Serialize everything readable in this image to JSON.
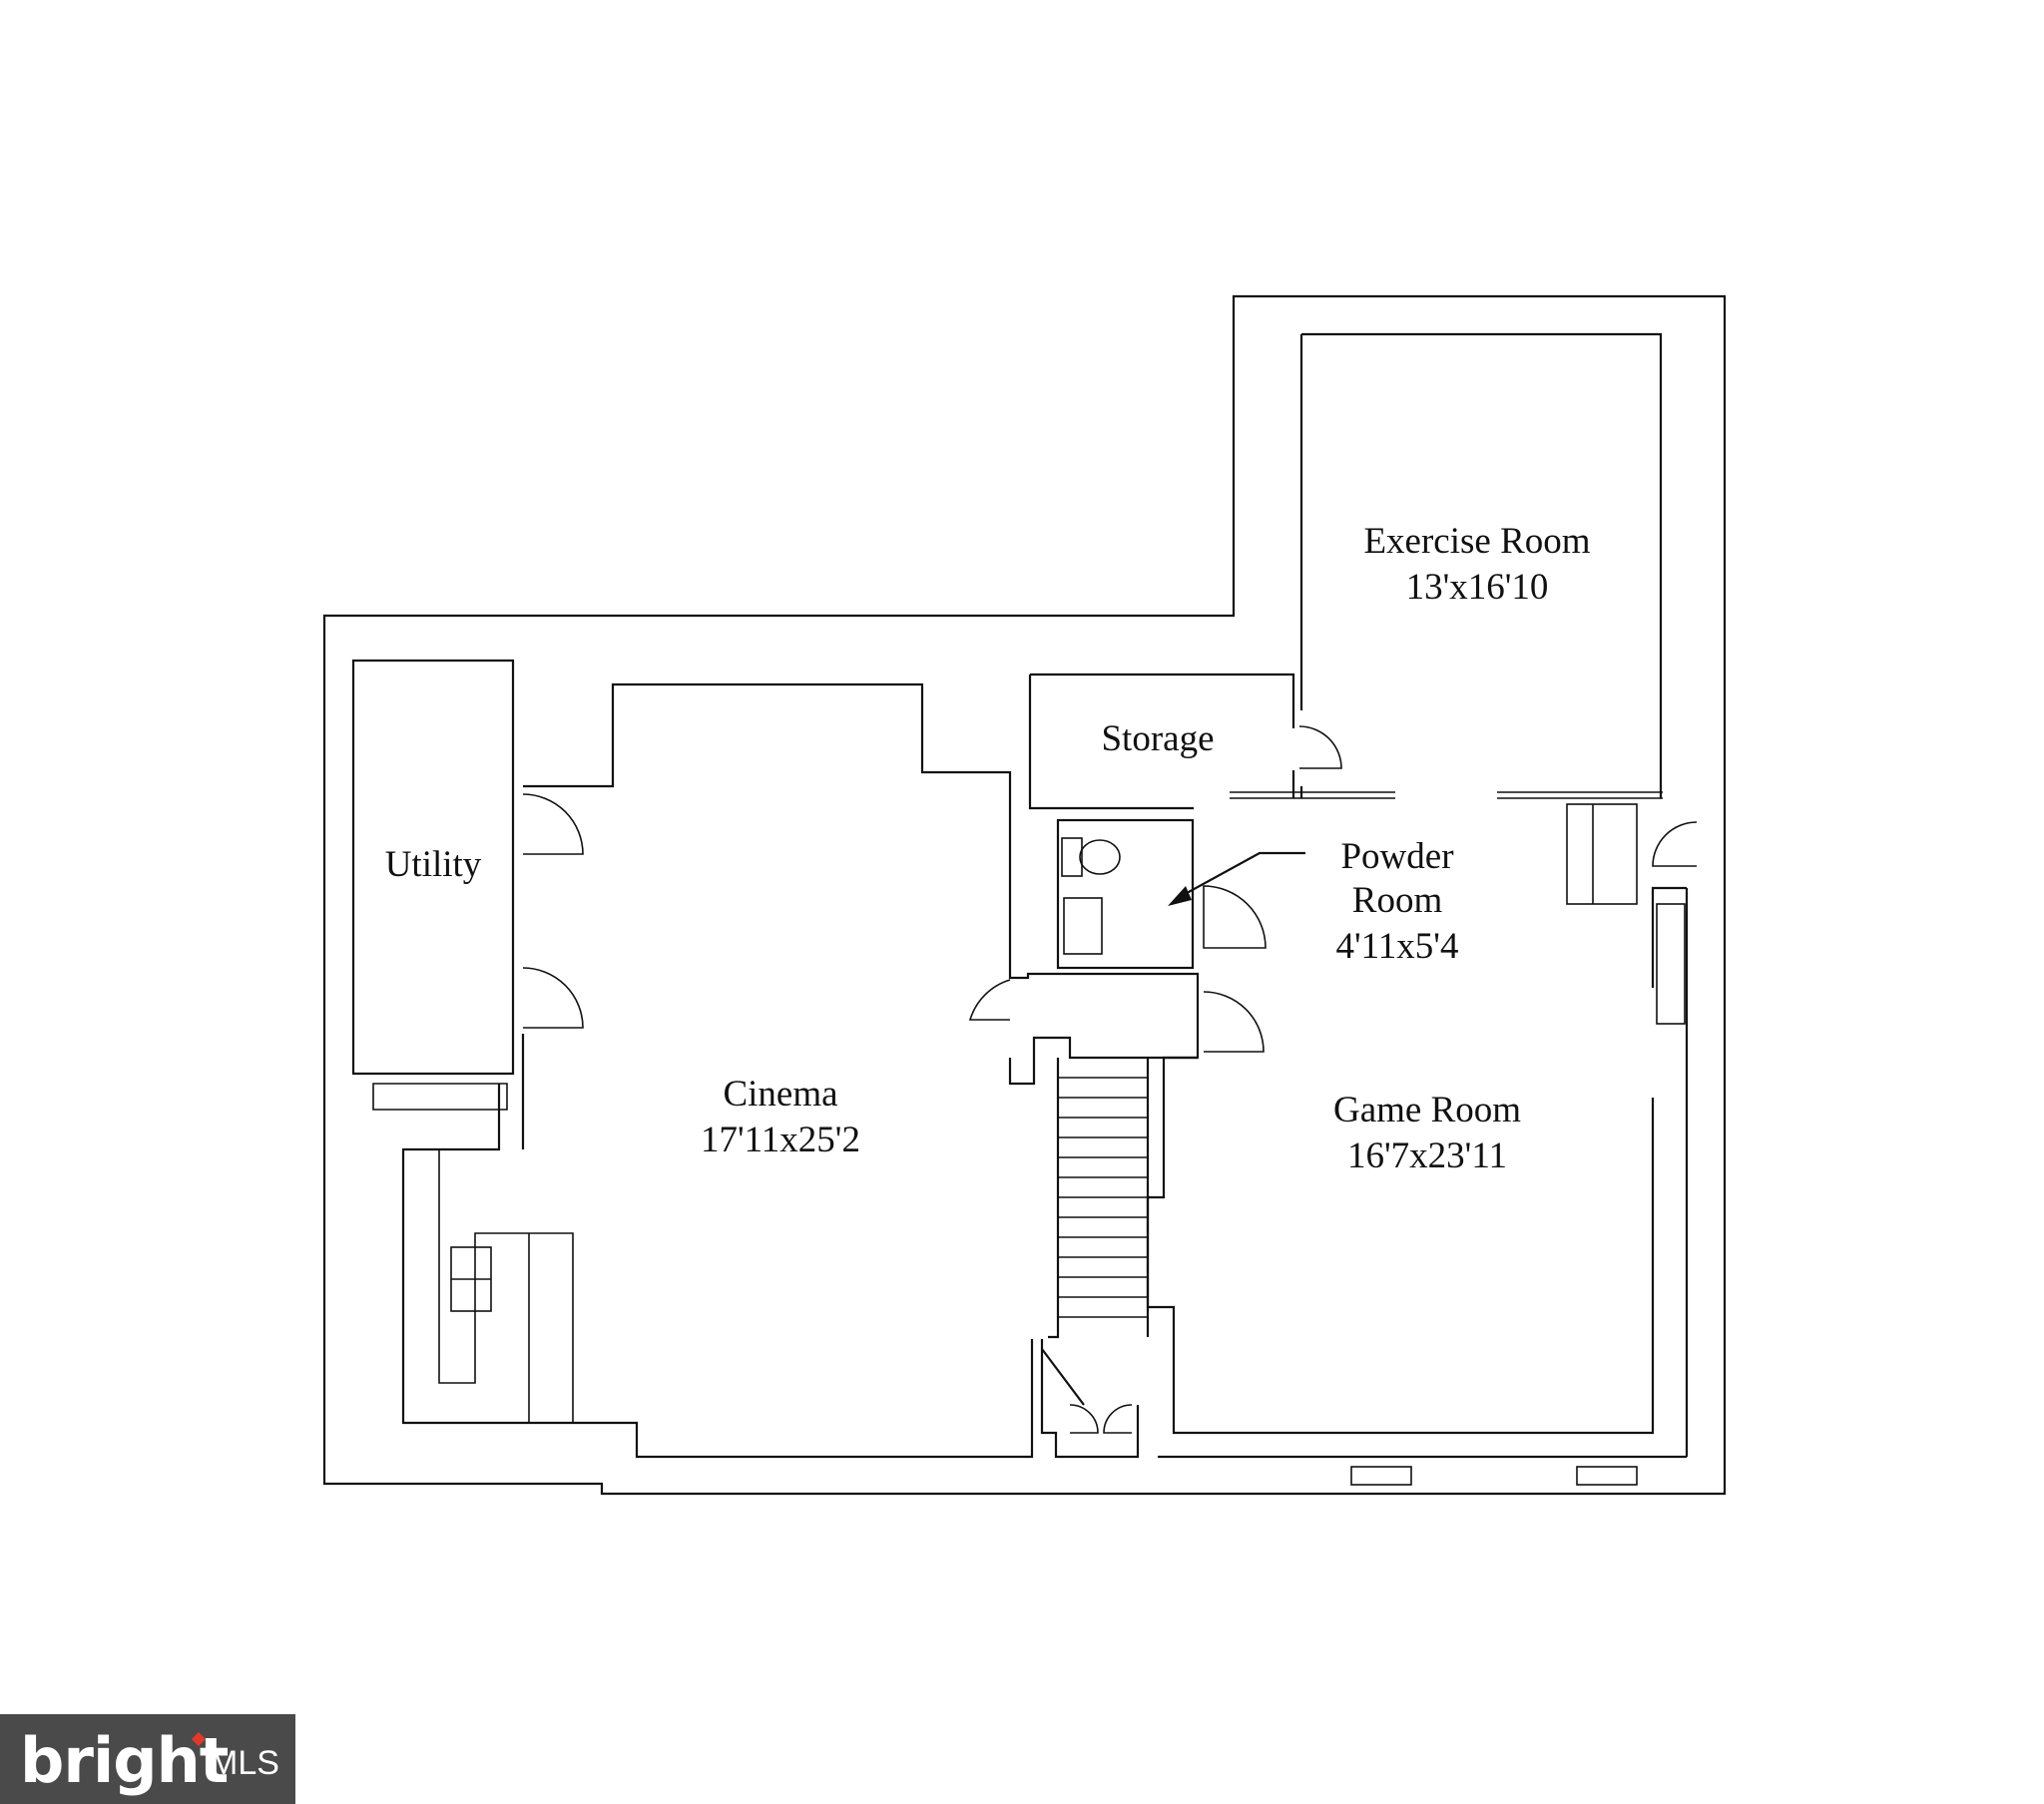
{
  "rooms": {
    "exercise": {
      "name": "Exercise Room",
      "size": "13'x16'10"
    },
    "storage": {
      "name": "Storage"
    },
    "utility": {
      "name": "Utility"
    },
    "powder": {
      "name_line1": "Powder",
      "name_line2": "Room",
      "size": "4'11x5'4"
    },
    "cinema": {
      "name": "Cinema",
      "size": "17'11x25'2"
    },
    "game": {
      "name": "Game Room",
      "size": "16'7x23'11"
    }
  },
  "watermark": {
    "brand": "bright",
    "suffix": "MLS",
    "accent_color": "#e03a2b"
  },
  "colors": {
    "line": "#111111",
    "background": "#ffffff",
    "badge": "#4a4a4a"
  }
}
